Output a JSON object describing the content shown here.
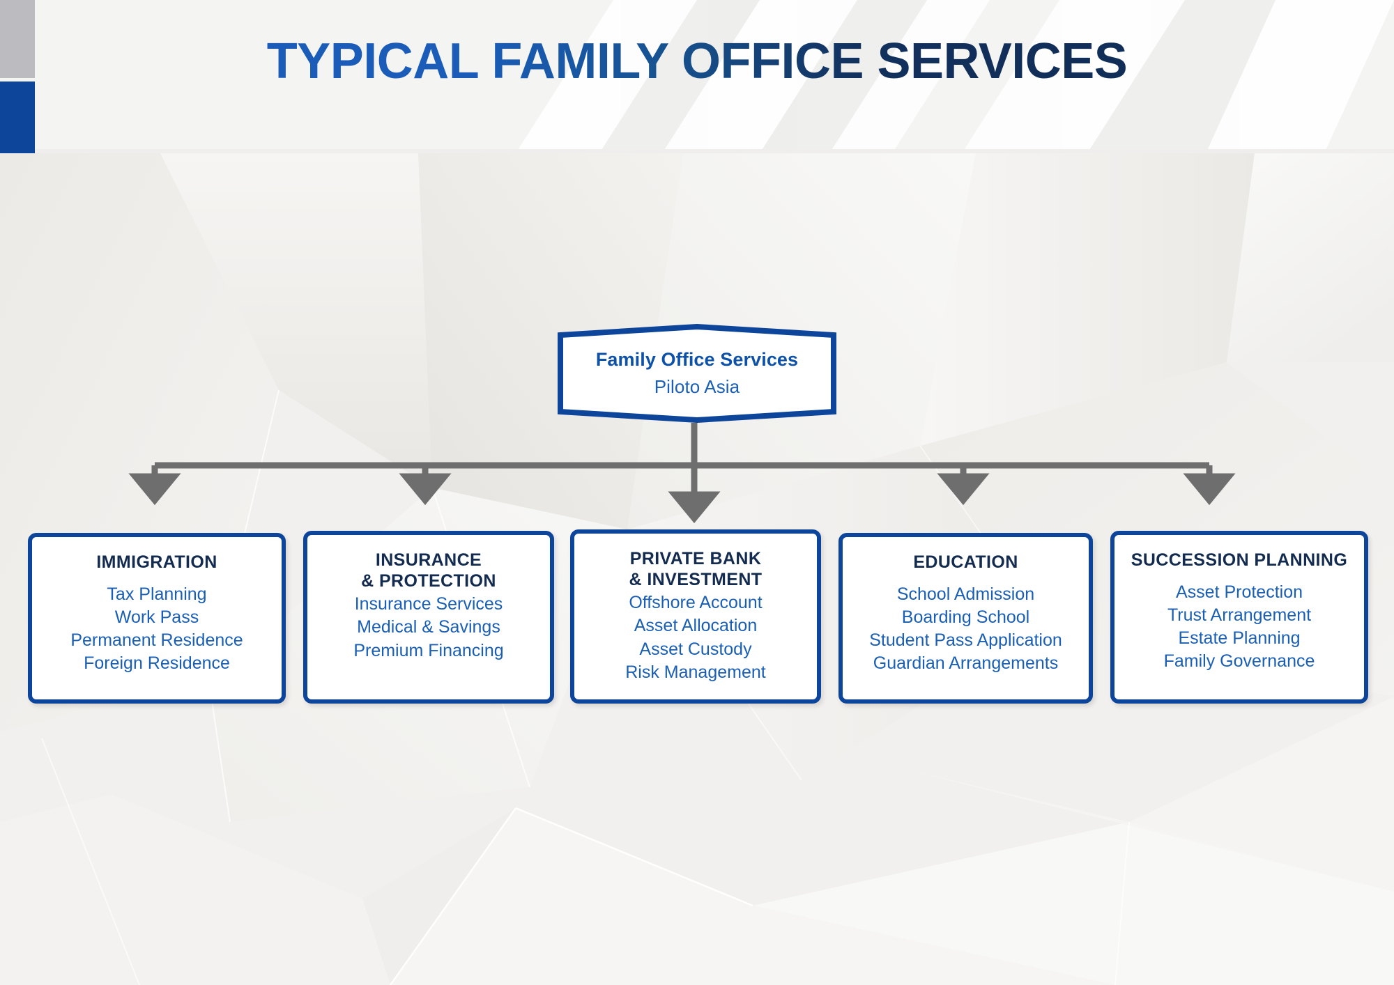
{
  "header": {
    "title": "TYPICAL FAMILY OFFICE SERVICES",
    "accent_gray": "#bcbcc0",
    "accent_blue": "#0c459a",
    "title_gradient_from": "#1a5cb8",
    "title_gradient_to": "#102c54"
  },
  "theme": {
    "brand_blue": "#0c459a",
    "link_blue": "#1a5fb4",
    "heading_navy": "#132b4e",
    "connector_gray": "#6e6e6e",
    "card_bg": "#ffffff",
    "page_bg": "#f1f0ee"
  },
  "chart_data": {
    "type": "diagram",
    "diagram_type": "organization-chart",
    "title": "TYPICAL FAMILY OFFICE SERVICES",
    "root": {
      "title": "Family Office Services",
      "subtitle": "Piloto Asia"
    },
    "branches": [
      {
        "title": "IMMIGRATION",
        "title_lines": [
          "IMMIGRATION"
        ],
        "items": [
          "Tax Planning",
          "Work Pass",
          "Permanent Residence",
          "Foreign Residence"
        ]
      },
      {
        "title": "INSURANCE & PROTECTION",
        "title_lines": [
          "INSURANCE",
          "& PROTECTION"
        ],
        "items": [
          "Insurance Services",
          "Medical & Savings",
          "Premium Financing"
        ]
      },
      {
        "title": "PRIVATE BANK & INVESTMENT",
        "title_lines": [
          "PRIVATE BANK",
          "& INVESTMENT"
        ],
        "items": [
          "Offshore Account",
          "Asset Allocation",
          "Asset Custody",
          "Risk Management"
        ]
      },
      {
        "title": "EDUCATION",
        "title_lines": [
          "EDUCATION"
        ],
        "items": [
          "School Admission",
          "Boarding School",
          "Student Pass Application",
          "Guardian Arrangements"
        ]
      },
      {
        "title": "SUCCESSION PLANNING",
        "title_lines": [
          "SUCCESSION PLANNING"
        ],
        "items": [
          "Asset Protection",
          "Trust Arrangement",
          "Estate Planning",
          "Family Governance"
        ]
      }
    ]
  },
  "root_node": {
    "title": "Family Office Services",
    "subtitle": "Piloto Asia"
  },
  "cards": [
    {
      "title_line1": "IMMIGRATION",
      "title_line2": "",
      "items": [
        "Tax Planning",
        "Work Pass",
        "Permanent Residence",
        "Foreign Residence"
      ]
    },
    {
      "title_line1": "INSURANCE",
      "title_line2": "& PROTECTION",
      "items": [
        "Insurance Services",
        "Medical & Savings",
        "Premium Financing"
      ]
    },
    {
      "title_line1": "PRIVATE BANK",
      "title_line2": "& INVESTMENT",
      "items": [
        "Offshore Account",
        "Asset Allocation",
        "Asset Custody",
        "Risk Management"
      ]
    },
    {
      "title_line1": "EDUCATION",
      "title_line2": "",
      "items": [
        "School Admission",
        "Boarding School",
        "Student Pass Application",
        "Guardian Arrangements"
      ]
    },
    {
      "title_line1": "SUCCESSION PLANNING",
      "title_line2": "",
      "items": [
        "Asset Protection",
        "Trust Arrangement",
        "Estate Planning",
        "Family Governance"
      ]
    }
  ]
}
